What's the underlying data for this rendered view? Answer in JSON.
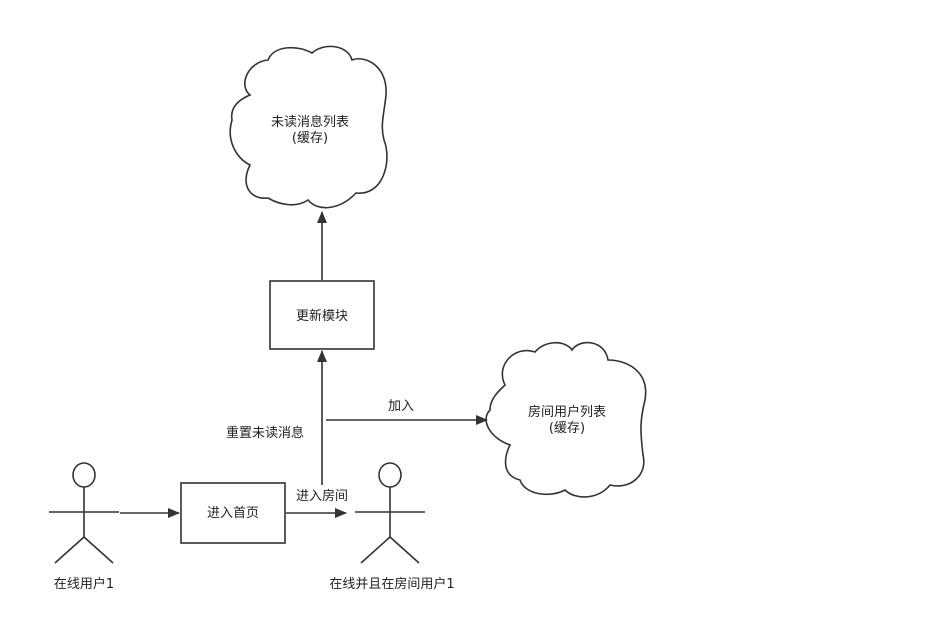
{
  "diagram": {
    "stroke_color": "#333333",
    "fill_color": "#ffffff",
    "text_color": "#222222",
    "clouds": {
      "unread_list": {
        "line1": "未读消息列表",
        "line2": "(缓存)"
      },
      "room_users": {
        "line1": "房间用户列表",
        "line2": "(缓存)"
      }
    },
    "boxes": {
      "update_module": "更新模块",
      "enter_home": "进入首页"
    },
    "actors": {
      "online_user": "在线用户1",
      "online_in_room_user": "在线并且在房间用户1"
    },
    "edge_labels": {
      "join": "加入",
      "reset_unread": "重置未读消息",
      "enter_room": "进入房间"
    }
  }
}
